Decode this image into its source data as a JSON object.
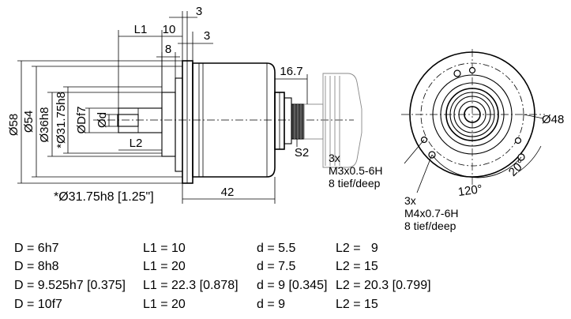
{
  "side_view": {
    "dims": {
      "d58": "Ø58",
      "d54": "Ø54",
      "d36": "Ø36h8",
      "d3175v": "*Ø31.75h8",
      "dD": "ØDf7",
      "dd": "Ød",
      "L1": "L1",
      "L2": "L2",
      "ten": "10",
      "eight": "8",
      "three_a": "3",
      "three_b": "3",
      "forty_two": "42",
      "s167": "16.7",
      "S2": "S2"
    },
    "bottom_note": "*Ø31.75h8 [1.25\"]"
  },
  "front_view": {
    "d48": "Ø48",
    "angle120": "120°",
    "angle20": "20°",
    "thread1": {
      "qty": "3x",
      "spec": "M3x0.5-6H",
      "depth": "8 tief/deep"
    },
    "thread2": {
      "qty": "3x",
      "spec": "M4x0.7-6H",
      "depth": "8 tief/deep"
    }
  },
  "table": {
    "rows": [
      [
        "D = 6h7",
        "L1 = 10",
        "d = 5.5",
        "L2 =   9"
      ],
      [
        "D = 8h8",
        "L1 = 20",
        "d = 7.5",
        "L2 = 15"
      ],
      [
        "D = 9.525h7 [0.375]",
        "L1 = 22.3 [0.878]",
        "d = 9 [0.345]",
        "L2 = 20.3 [0.799]"
      ],
      [
        "D = 10f7",
        "L1 = 20",
        "d = 9",
        "L2 = 15"
      ]
    ]
  }
}
